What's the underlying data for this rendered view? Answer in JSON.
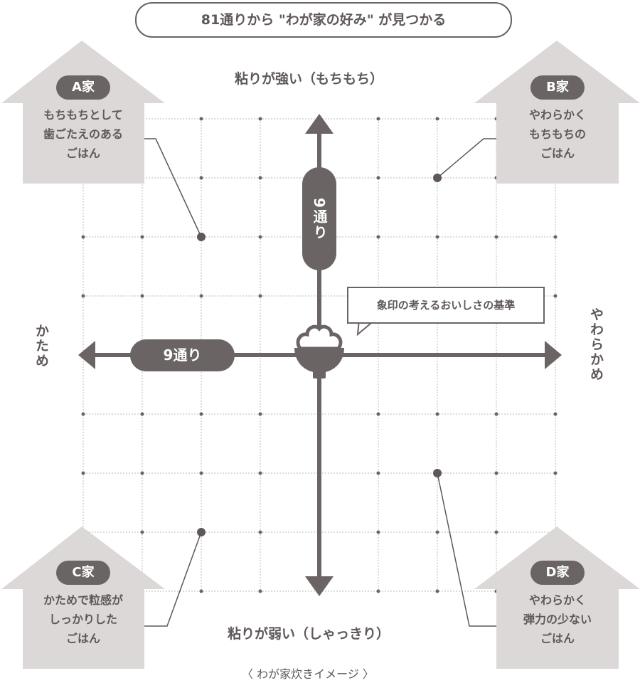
{
  "title": "81通りから \"わが家の好み\" が見つかる",
  "axes": {
    "top": "粘りが強い（もちもち）",
    "bottom": "粘りが弱い（しゃっきり）",
    "left": "かため",
    "right": "やわらかめ"
  },
  "vertical_pill": "9通り",
  "horizontal_pill": "9通り",
  "center_bubble": "象印の考えるおいしさの基準",
  "houses": [
    {
      "name": "A家",
      "lines": [
        "もちもちとして",
        "歯ごたえのある",
        "ごはん"
      ]
    },
    {
      "name": "B家",
      "lines": [
        "やわらかく",
        "もちもちの",
        "ごはん"
      ]
    },
    {
      "name": "C家",
      "lines": [
        "かためで粒感が",
        "しっかりした",
        "ごはん"
      ]
    },
    {
      "name": "D家",
      "lines": [
        "やわらかく",
        "弾力の少ない",
        "ごはん"
      ]
    }
  ],
  "caption": "〈 わが家炊きイメージ 〉",
  "colors": {
    "dark": "#6b6464",
    "house": "#ddd8d8",
    "grid": "#bdb8b8"
  }
}
